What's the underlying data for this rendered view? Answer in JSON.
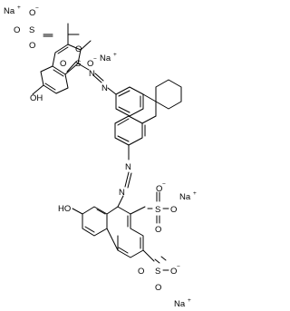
{
  "molecule": {
    "atom_labels": {
      "sodium": "Na",
      "sodium_charge": "+",
      "oxide": "O",
      "oxide_charge": "−",
      "sulfur": "S",
      "oxygen": "O",
      "hydroxy": "OH",
      "hydroxy_left": "HO",
      "nitrogen": "N"
    },
    "counter_ions": 4,
    "colors": {
      "bond": "#000000",
      "text": "#000000",
      "background": "#ffffff"
    }
  }
}
